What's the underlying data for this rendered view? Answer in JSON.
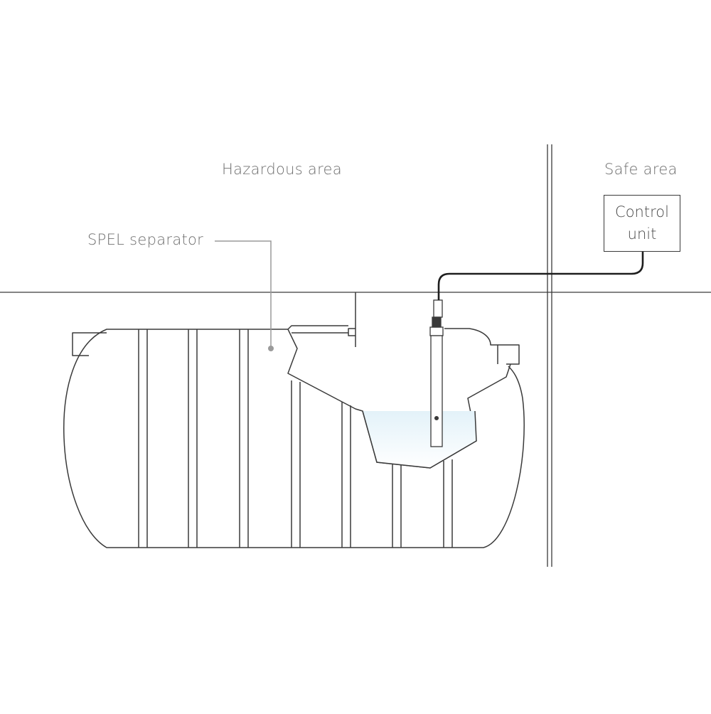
{
  "labels": {
    "hazardous_area": "Hazardous area",
    "safe_area": "Safe area",
    "separator": "SPEL separator",
    "control_unit": "Control unit"
  },
  "colors": {
    "line": "#3a3a3a",
    "leader": "#9a9a9a",
    "liquid_top": "#e6f3f9",
    "liquid_bottom": "#ffffff",
    "text": "#6f6f6f"
  }
}
